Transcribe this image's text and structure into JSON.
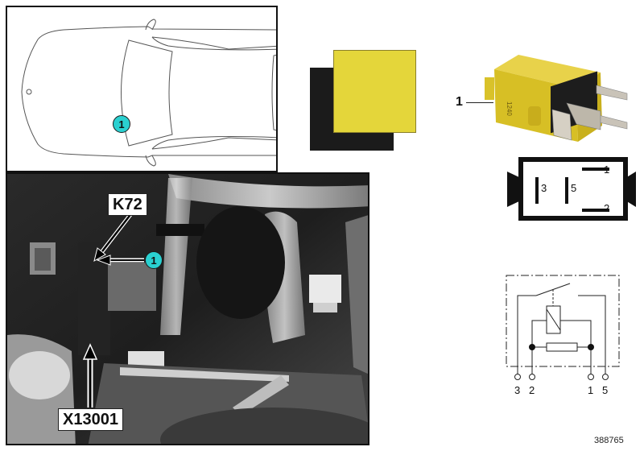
{
  "location_view": {
    "callout_number": "1"
  },
  "color_code": {
    "primary_color": "#e4d63a",
    "secondary_color": "#1b1b1b"
  },
  "installation_photo": {
    "component_label": "K72",
    "connector_label": "X13001",
    "callout_number": "1"
  },
  "relay_part": {
    "item_number": "1",
    "housing_color": "#e0c830",
    "housing_marking": "1240"
  },
  "pin_layout": {
    "pins": [
      {
        "number": "1"
      },
      {
        "number": "2"
      },
      {
        "number": "3"
      },
      {
        "number": "5"
      }
    ]
  },
  "schematic": {
    "terminals": [
      "3",
      "2",
      "1",
      "5"
    ]
  },
  "document_id": "388765"
}
